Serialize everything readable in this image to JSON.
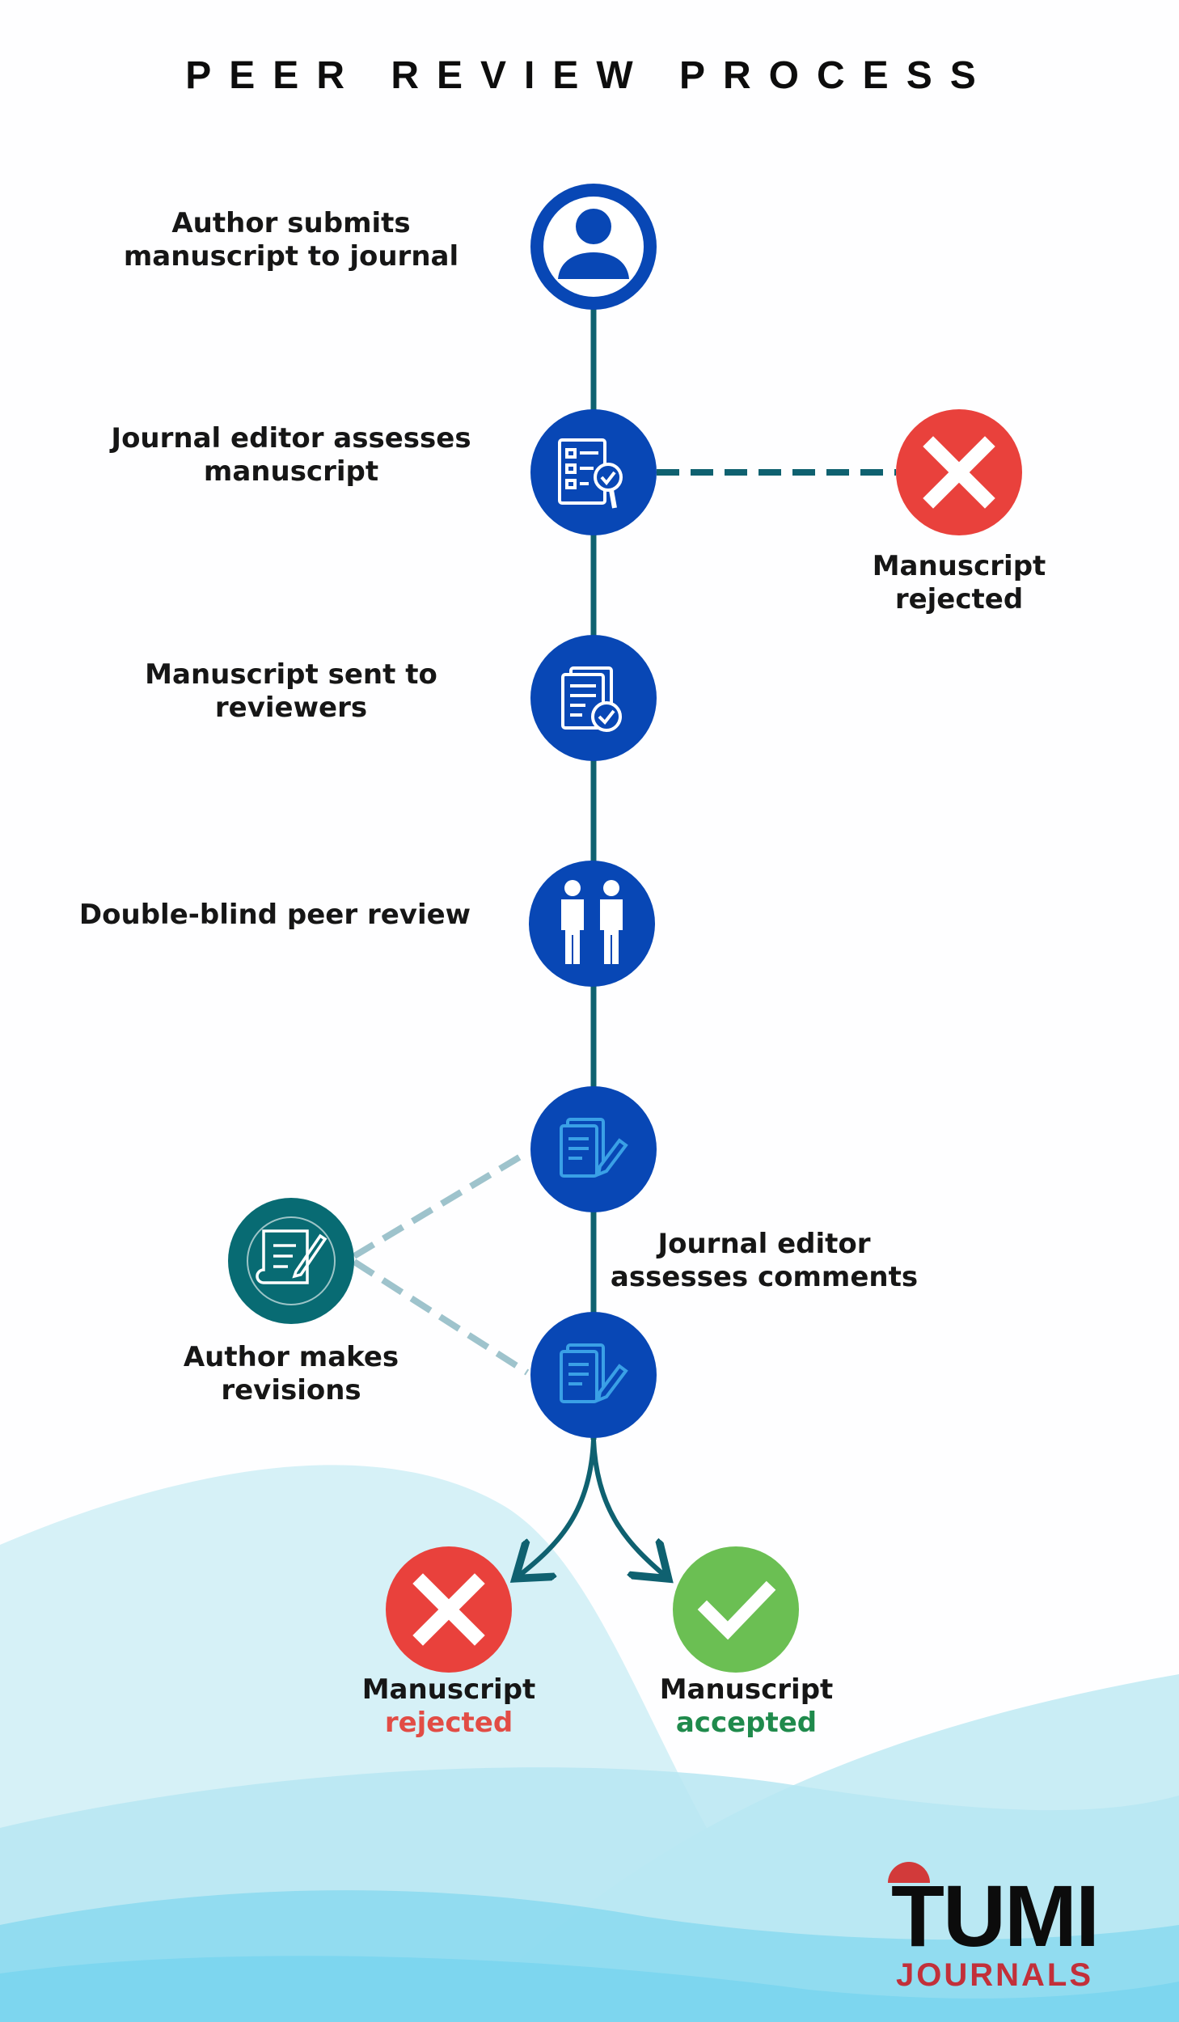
{
  "title": "PEER REVIEW PROCESS",
  "steps": [
    {
      "label": "Author submits manuscript to journal",
      "icon": "person-icon"
    },
    {
      "label": "Journal editor assesses manuscript",
      "icon": "checklist-magnifier-icon"
    },
    {
      "label": "Manuscript sent to reviewers",
      "icon": "documents-check-icon"
    },
    {
      "label": "Double-blind peer review",
      "icon": "two-people-icon"
    },
    {
      "label": "Journal editor assesses comments",
      "icon": "document-pen-icon"
    }
  ],
  "early_rejection": {
    "line1": "Manuscript",
    "line2": "rejected",
    "icon": "x-icon"
  },
  "revisions": {
    "label": "Author makes revisions",
    "icon": "scroll-quill-icon"
  },
  "outcomes": {
    "rejected": {
      "line1": "Manuscript",
      "line2": "rejected",
      "icon": "x-icon"
    },
    "accepted": {
      "line1": "Manuscript",
      "line2": "accepted",
      "icon": "checkmark-icon"
    }
  },
  "logo": {
    "name": "TUMI",
    "sub": "JOURNALS"
  },
  "colors": {
    "node_blue": "#0847b5",
    "connector": "#0f6170",
    "revision_teal": "#086b73",
    "reject_red": "#e9413c",
    "accept_green": "#6bbf53",
    "dashed_light": "#9ec3cc",
    "wave_light": "#c8ecf4",
    "wave_mid": "#9fdff0",
    "wave_deep": "#7dd6ef"
  }
}
